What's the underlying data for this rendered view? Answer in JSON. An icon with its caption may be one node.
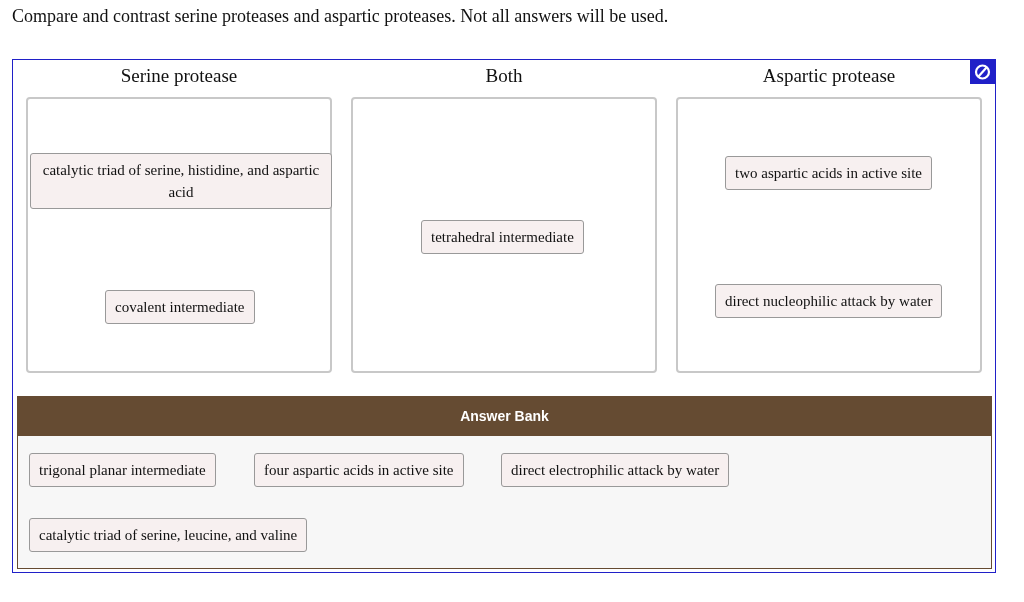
{
  "diagram": {
    "title": "Compare and contrast serine proteases and aspartic proteases. Not all answers will be used.",
    "nodes": [
      {
        "text": [
          "Serine protease"
        ]
      },
      {
        "text": [
          "catalytic triad of serine, histidine, and aspartic acid"
        ],
        "in": 0
      },
      {
        "text": [
          "covalent intermediate"
        ],
        "in": 0
      },
      {
        "text": [
          "Both"
        ]
      },
      {
        "text": [
          "tetrahedral intermediate"
        ],
        "in": 3
      },
      {
        "text": [
          "Aspartic protease"
        ]
      },
      {
        "text": [
          "two aspartic acids in active site"
        ],
        "in": 5
      },
      {
        "text": [
          "direct nucleophilic attack by water"
        ],
        "in": 5
      },
      {
        "text": [
          "Answer Bank"
        ]
      },
      {
        "text": [
          "trigonal planar intermediate"
        ],
        "in": 8
      },
      {
        "text": [
          "four aspartic acids in active site"
        ],
        "in": 8
      },
      {
        "text": [
          "direct electrophilic attack by water"
        ],
        "in": 8
      },
      {
        "text": [
          "catalytic triad of serine, leucine, and valine"
        ],
        "in": 8
      }
    ]
  }
}
